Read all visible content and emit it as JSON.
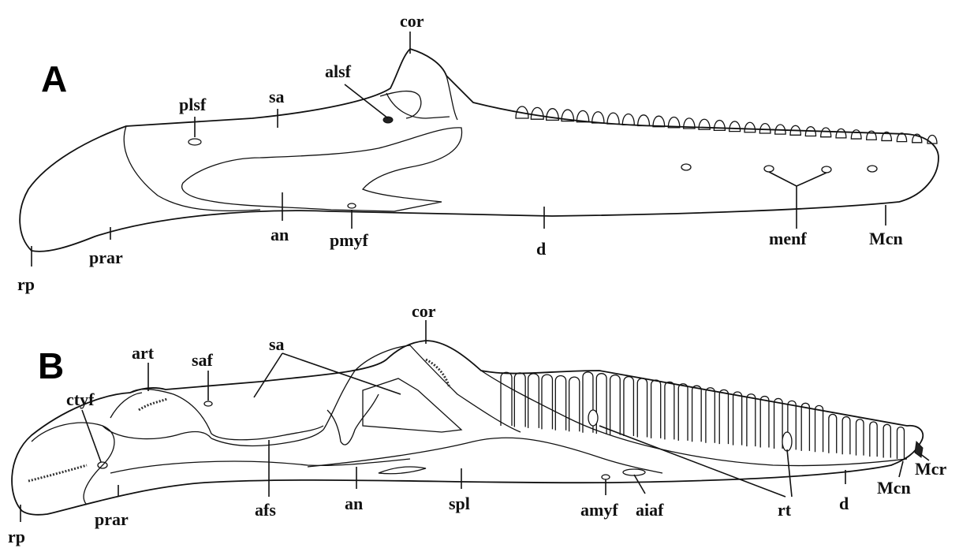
{
  "panels": [
    {
      "letter": "A",
      "labels": {
        "cor": "cor",
        "alsf": "alsf",
        "plsf": "plsf",
        "sa": "sa",
        "an": "an",
        "pmyf": "pmyf",
        "d": "d",
        "menf": "menf",
        "Mcn": "Mcn",
        "prar": "prar",
        "rp": "rp"
      }
    },
    {
      "letter": "B",
      "labels": {
        "cor": "cor",
        "sa": "sa",
        "art": "art",
        "saf": "saf",
        "ctyf": "ctyf",
        "rp": "rp",
        "prar": "prar",
        "afs": "afs",
        "an": "an",
        "spl": "spl",
        "amyf": "amyf",
        "aiaf": "aiaf",
        "rt": "rt",
        "d": "d",
        "Mcn": "Mcn",
        "Mcr": "Mcr"
      }
    }
  ]
}
